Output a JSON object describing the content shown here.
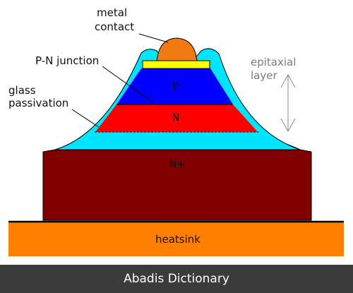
{
  "labels": {
    "metal_contact_line1": "metal",
    "metal_contact_line2": "contact",
    "pn_junction": "P-N junction",
    "glass_line1": "glass",
    "glass_line2": "passivation",
    "epitaxial_line1": "epitaxial",
    "epitaxial_line2": "layer",
    "region_p": "P",
    "region_n": "N",
    "region_nplus": "N+",
    "heatsink": "heatsink"
  },
  "footer": {
    "text": "Abadis Dictionary"
  },
  "colors": {
    "heatsink": "#ff8000",
    "substrate": "#800000",
    "n_layer": "#ff0000",
    "p_layer": "#0000ff",
    "glass": "#00e5ff",
    "metal_contact": "#f07a10",
    "contact_pad": "#ffff00",
    "footer_bg": "#3b3b3b"
  }
}
